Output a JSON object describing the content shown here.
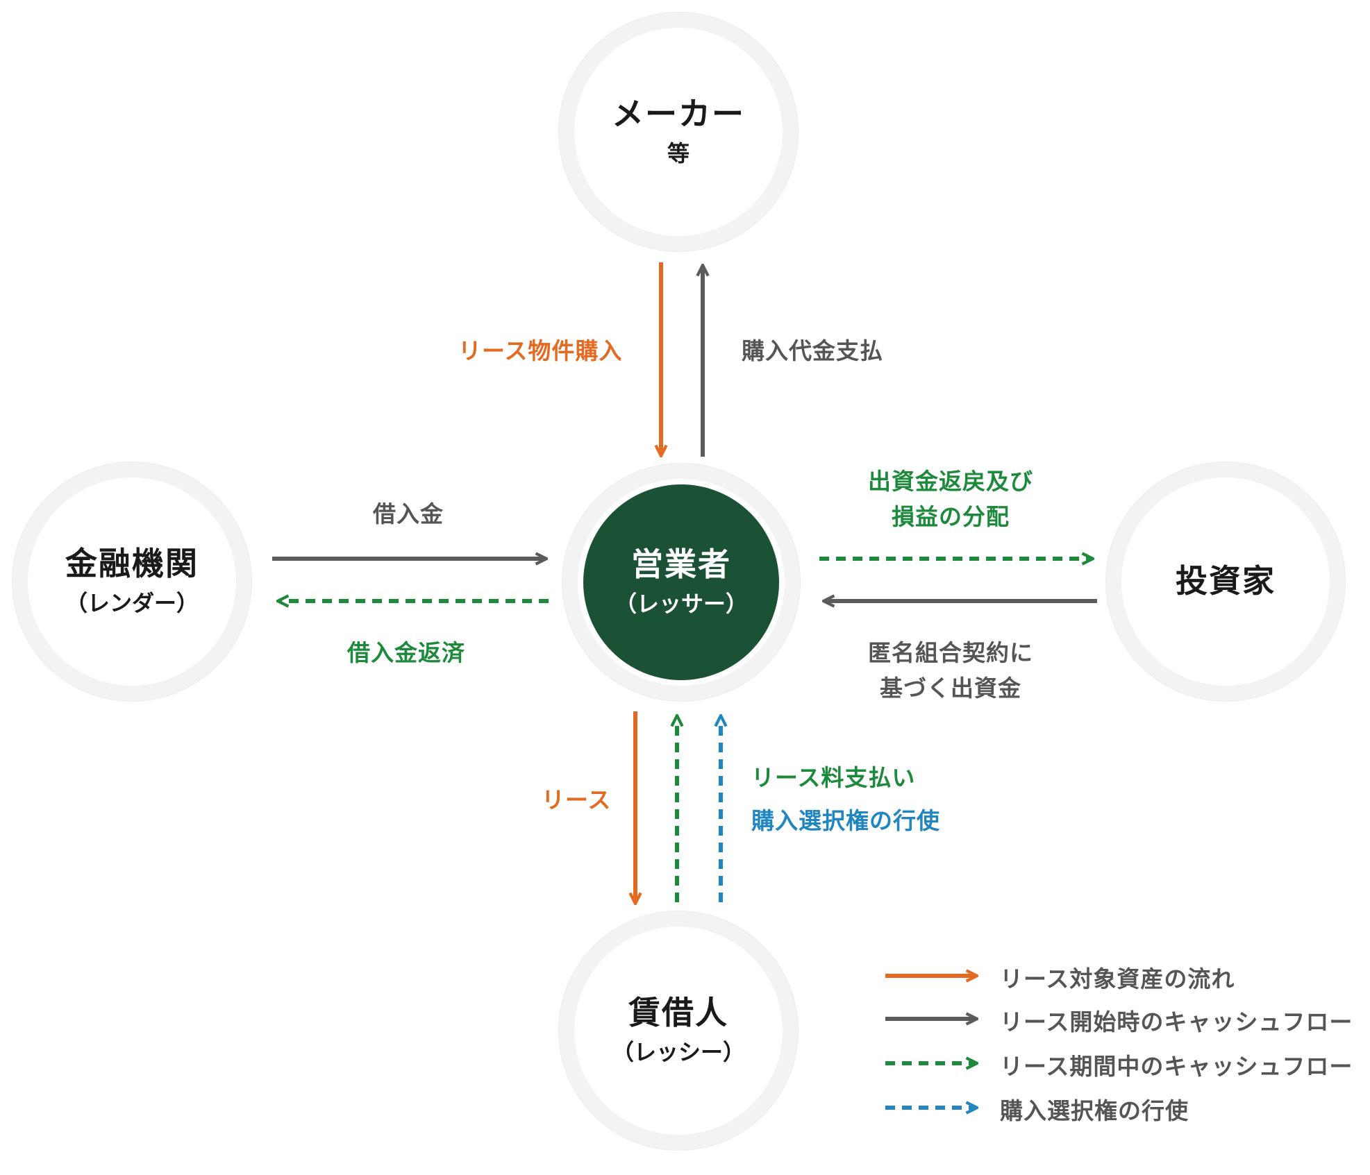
{
  "nodes": {
    "maker": {
      "title": "メーカー",
      "sub": "等"
    },
    "lender": {
      "title": "金融機関",
      "sub": "（レンダー）"
    },
    "operator": {
      "title": "営業者",
      "sub": "（レッサー）"
    },
    "investor": {
      "title": "投資家"
    },
    "lessee": {
      "title": "賃借人",
      "sub": "（レッシー）"
    }
  },
  "flows": {
    "lease_purchase": "リース物件購入",
    "purchase_payment": "購入代金支払",
    "loan": "借入金",
    "loan_repayment": "借入金返済",
    "distribution_line1": "出資金返戻及び",
    "distribution_line2": "損益の分配",
    "investment_line1": "匿名組合契約に",
    "investment_line2": "基づく出資金",
    "lease": "リース",
    "lease_payment": "リース料支払い",
    "purchase_option": "購入選択権の行使"
  },
  "legend": [
    {
      "label": "リース対象資産の流れ",
      "color": "#e46a22",
      "style": "solid"
    },
    {
      "label": "リース開始時のキャッシュフロー",
      "color": "#5b5b5b",
      "style": "solid"
    },
    {
      "label": "リース期間中のキャッシュフロー",
      "color": "#1c8a3a",
      "style": "dashed"
    },
    {
      "label": "購入選択権の行使",
      "color": "#1f86c1",
      "style": "dashed"
    }
  ],
  "colors": {
    "operator_fill": "#1b5235",
    "asset_flow": "#e46a22",
    "initial_cashflow": "#5b5b5b",
    "period_cashflow": "#1c8a3a",
    "purchase_option": "#1f86c1"
  }
}
